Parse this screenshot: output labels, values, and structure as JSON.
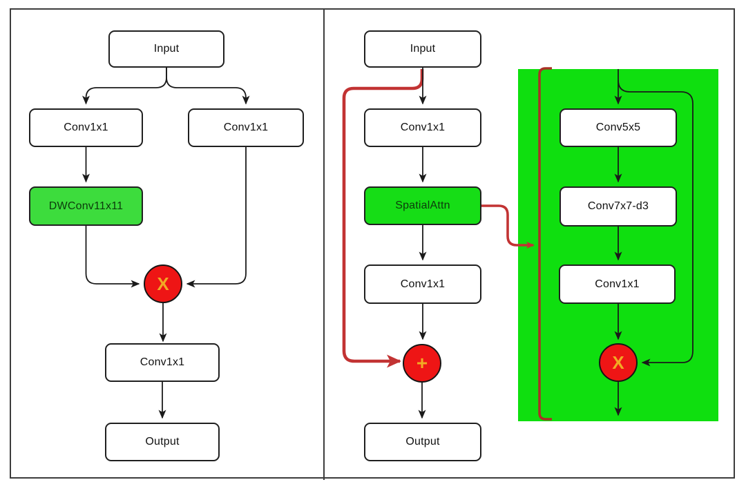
{
  "diagram": {
    "left_panel": {
      "nodes": {
        "input": "Input",
        "conv1x1_branch_left": "Conv1x1",
        "conv1x1_branch_right": "Conv1x1",
        "dwconv": "DWConv11x11",
        "multiply_op": "X",
        "conv1x1_out": "Conv1x1",
        "output": "Output"
      }
    },
    "right_panel": {
      "nodes": {
        "input": "Input",
        "conv1x1_first": "Conv1x1",
        "spatial_attn": "SpatialAttn",
        "conv1x1_second": "Conv1x1",
        "add_op": "+",
        "output": "Output"
      },
      "attention_block": {
        "nodes": {
          "conv5x5": "Conv5x5",
          "conv7x7_d3": "Conv7x7-d3",
          "conv1x1": "Conv1x1",
          "multiply_op": "X"
        }
      }
    }
  },
  "colors": {
    "dwconv_green": "#3ddc3d",
    "attn_green": "#16dd16",
    "block_green": "#0fdf0f",
    "green_text": "#0c3a0c",
    "op_red": "#ee1515",
    "op_glyph_gold": "#f1aa24",
    "skip_red": "#c23333",
    "bracket_red": "#a93226",
    "line_dark": "#1a1a1a"
  }
}
